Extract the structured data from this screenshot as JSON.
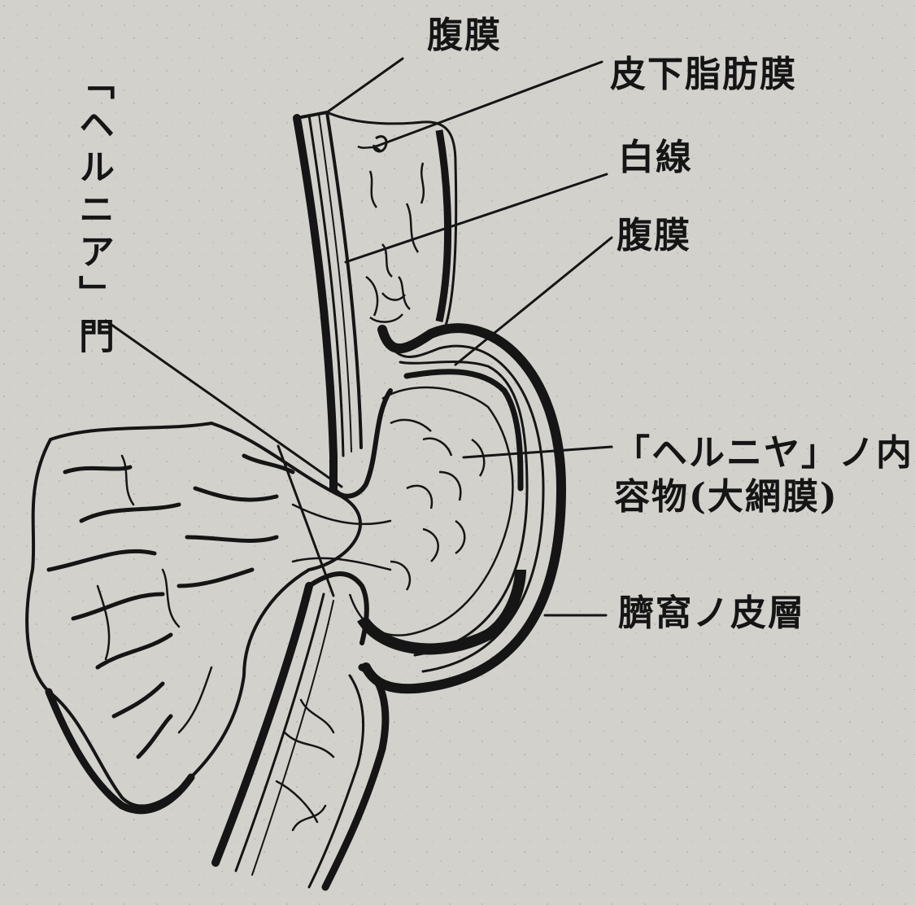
{
  "labels": {
    "peritoneum_top": "腹膜",
    "subcutaneous_fascia": "皮下脂肪膜",
    "linea_alba": "白線",
    "peritoneum_sac": "腹膜",
    "hernia_contents_line1": "「ヘルニヤ」ノ内",
    "hernia_contents_line2": "容物(大網膜)",
    "umbilical_skin": "臍窩ノ皮層",
    "hernia_ring": "「ヘルニア」門"
  },
  "colors": {
    "paper": "#d2d1cc",
    "ink": "#151515"
  }
}
